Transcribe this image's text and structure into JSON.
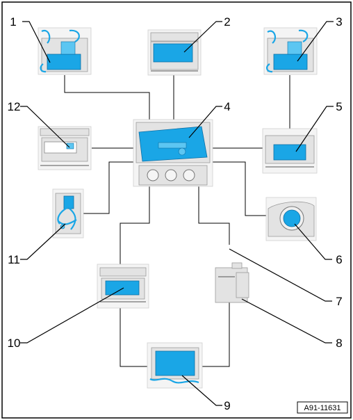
{
  "figure": {
    "reference_code": "A91-11631",
    "callouts": [
      "1",
      "2",
      "3",
      "4",
      "5",
      "6",
      "7",
      "8",
      "9",
      "10",
      "11",
      "12"
    ]
  },
  "colors": {
    "highlight_blue": "#1aa6e6",
    "line": "#000000",
    "part_grey": "#e3e3e3"
  }
}
